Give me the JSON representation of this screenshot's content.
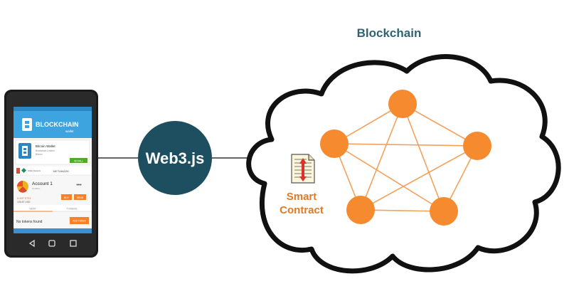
{
  "title": "Blockchain",
  "middleware": {
    "label": "Web3.js"
  },
  "contract": {
    "label_line1": "Smart",
    "label_line2": "Contract"
  },
  "phone": {
    "app_banner": {
      "brand": "BLOCKCHAIN",
      "sub": "wallet"
    },
    "wallet_card": {
      "name": "Bitcoin Wallet",
      "line2": "Blockchain Limited",
      "line3": "Bitcoin",
      "install_label": "INSTALL"
    },
    "nav": {
      "left": "Wallet Rewards",
      "center": "METAMASK"
    },
    "account": {
      "name": "Account 1",
      "address": "0xa5fb6...",
      "balance": "0.497 ETH",
      "fiat": "105.87 USD",
      "menu": "•••",
      "buy_label": "BUY",
      "send_label": "SEND"
    },
    "tabs": [
      "SENT",
      "TOKENS"
    ],
    "empty_text": "No tokens found",
    "add_token_label": "ADD TOKEN"
  },
  "colors": {
    "node": "#f58a2e",
    "edge": "#f4a15c",
    "middleware_fill": "#1e4f60",
    "title_text": "#2f6373",
    "contract_text": "#e07a26",
    "banner": "#3ea4df"
  },
  "icons": [
    "blockchain-logo-icon",
    "contract-document-icon",
    "android-back-icon",
    "android-home-icon",
    "android-recent-icon"
  ],
  "network": {
    "node_count": 5,
    "topology": "fully-connected"
  }
}
